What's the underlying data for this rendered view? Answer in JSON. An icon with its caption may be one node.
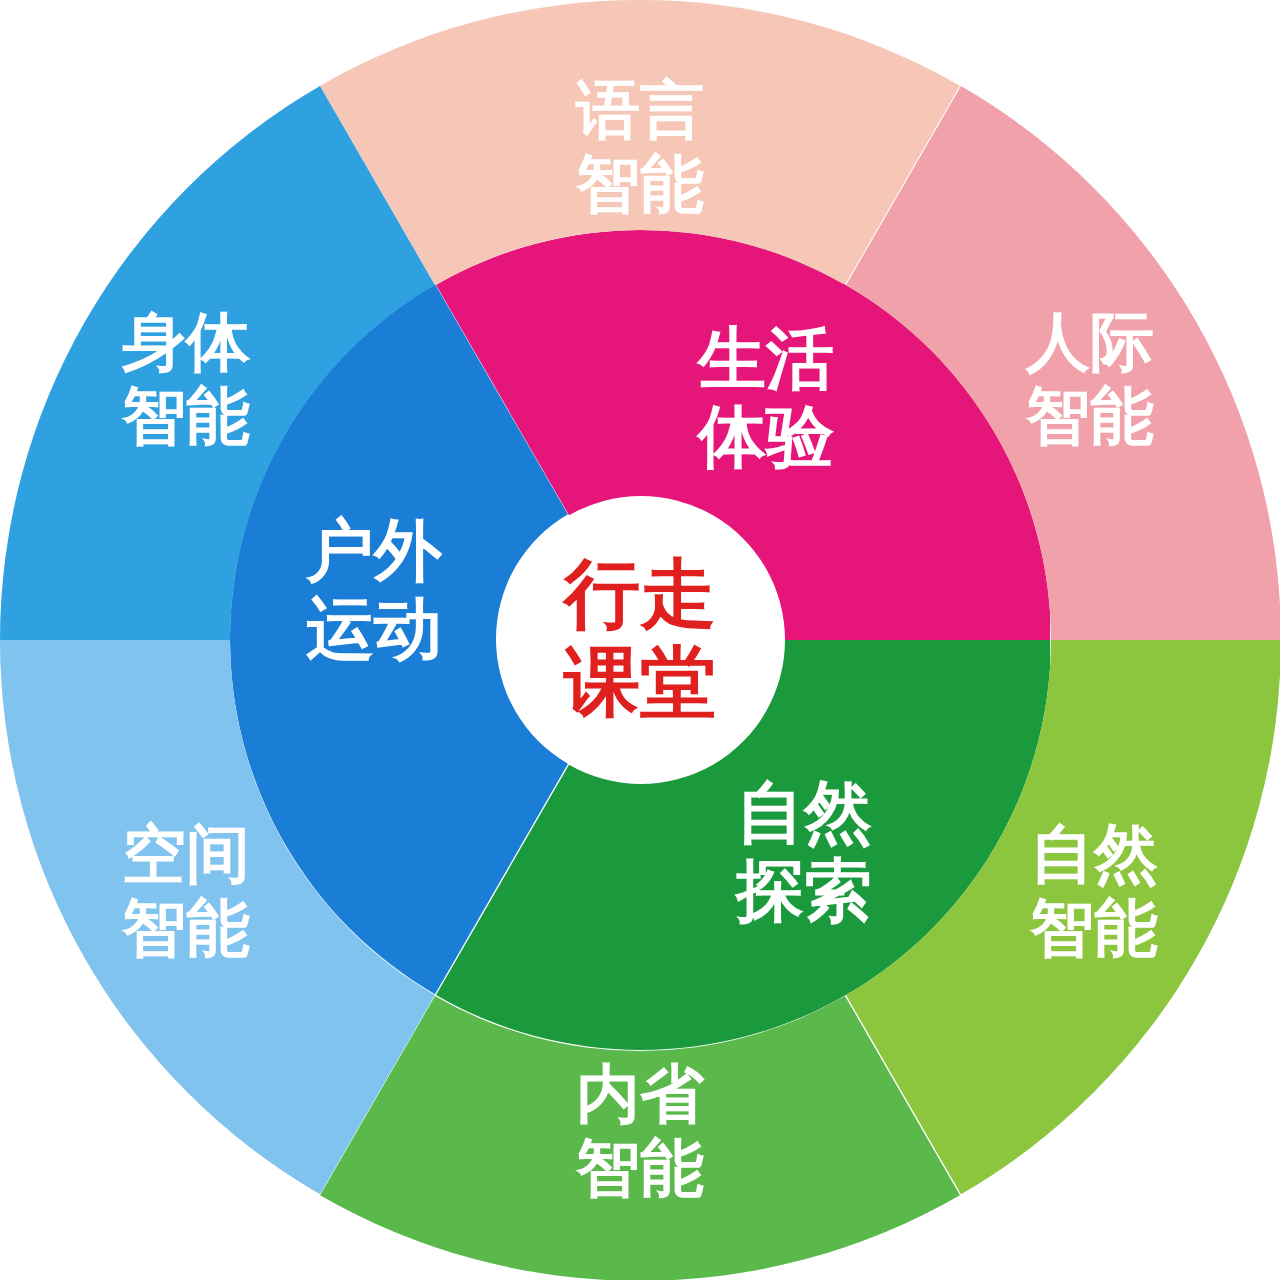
{
  "diagram": {
    "nodes": [
      {
        "text": [
          "行走课堂"
        ]
      },
      {
        "text": [
          "生活体验"
        ]
      },
      {
        "text": [
          "户外运动"
        ]
      },
      {
        "text": [
          "自然探索"
        ]
      },
      {
        "text": [
          "语言智能"
        ]
      },
      {
        "text": [
          "人际智能"
        ]
      },
      {
        "text": [
          "身体智能"
        ]
      },
      {
        "text": [
          "空间智能"
        ]
      },
      {
        "text": [
          "内省智能"
        ]
      },
      {
        "text": [
          "自然智能"
        ]
      }
    ]
  }
}
